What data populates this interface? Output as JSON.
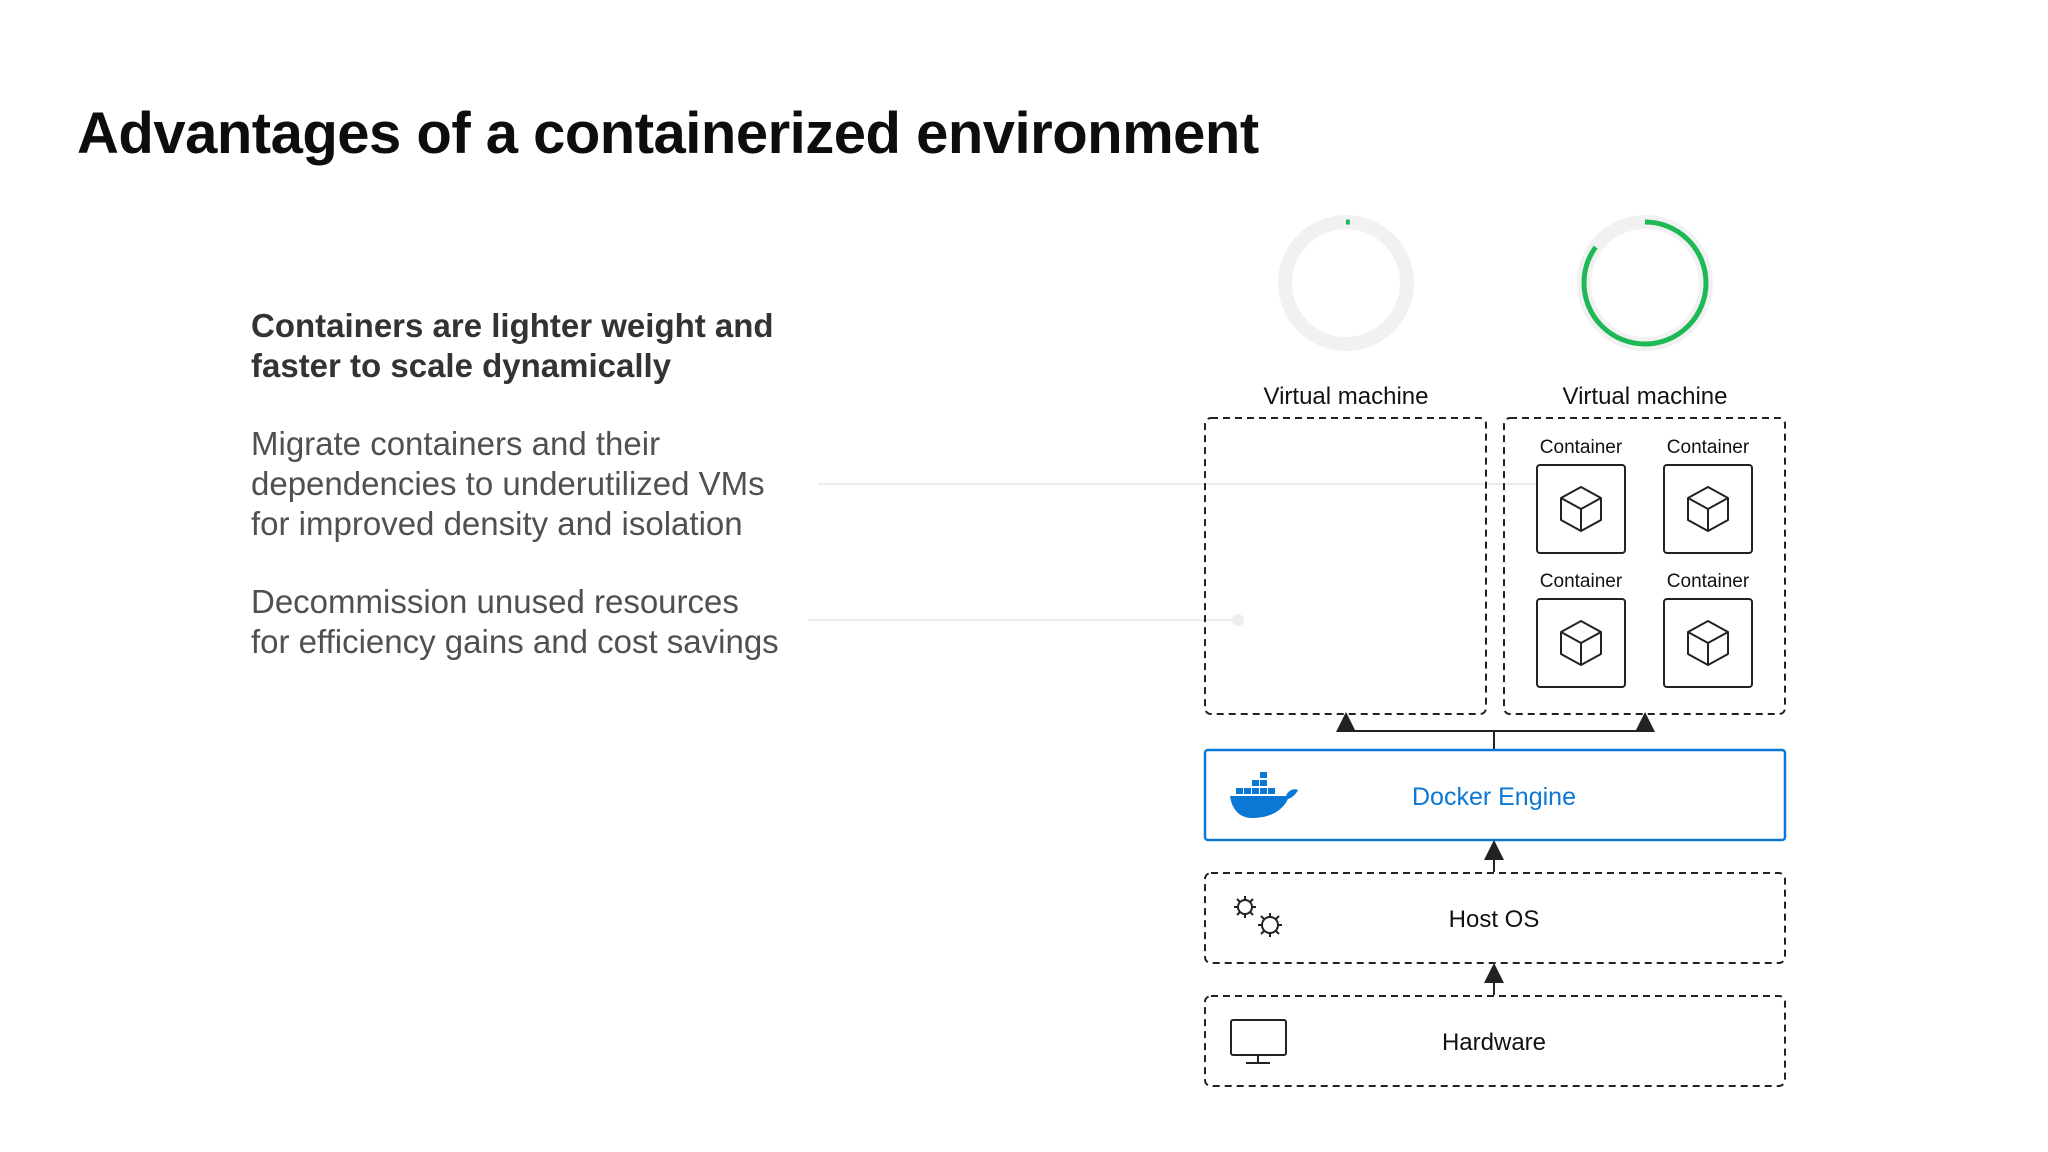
{
  "slide": {
    "title": "Advantages of a containerized environment"
  },
  "points": {
    "lead": [
      "Containers are lighter weight and",
      "faster to scale dynamically"
    ],
    "migrate": [
      "Migrate containers and their",
      "dependencies to underutilized VMs",
      "for improved density and isolation"
    ],
    "decommission": [
      "Decommission unused resources",
      "for efficiency gains and cost savings"
    ]
  },
  "diagram": {
    "vm_left": {
      "label": "Virtual machine",
      "utilization_fraction": 0.01,
      "ring_color": "#1db954"
    },
    "vm_right": {
      "label": "Virtual machine",
      "utilization_fraction": 0.85,
      "ring_color": "#1db954",
      "containers": [
        {
          "label": "Container",
          "icon": "cube-icon"
        },
        {
          "label": "Container",
          "icon": "cube-icon"
        },
        {
          "label": "Container",
          "icon": "cube-icon"
        },
        {
          "label": "Container",
          "icon": "cube-icon"
        }
      ]
    },
    "docker_engine": {
      "label": "Docker Engine",
      "icon": "docker-whale-icon",
      "accent_color": "#0a78d4"
    },
    "host_os": {
      "label": "Host OS",
      "icon": "gears-icon"
    },
    "hardware": {
      "label": "Hardware",
      "icon": "monitor-icon"
    }
  }
}
